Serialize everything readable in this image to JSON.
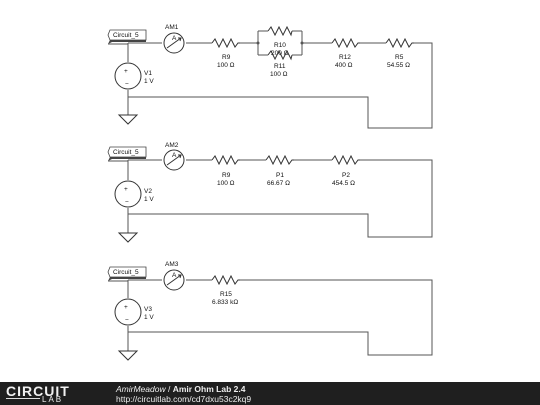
{
  "circuits": [
    {
      "tag": "Circuit_5",
      "ammeter": "AM1",
      "source": {
        "name": "V1",
        "value": "1 V"
      },
      "resistors": [
        {
          "name": "R9",
          "value": "100 Ω"
        },
        {
          "name": "R10",
          "value": "200 Ω"
        },
        {
          "name": "R11",
          "value": "100 Ω"
        },
        {
          "name": "R12",
          "value": "400 Ω"
        },
        {
          "name": "R5",
          "value": "54.55 Ω"
        }
      ]
    },
    {
      "tag": "Circuit_5",
      "ammeter": "AM2",
      "source": {
        "name": "V2",
        "value": "1 V"
      },
      "resistors": [
        {
          "name": "R9",
          "value": "100 Ω"
        },
        {
          "name": "P1",
          "value": "66.67 Ω"
        },
        {
          "name": "P2",
          "value": "454.5 Ω"
        }
      ]
    },
    {
      "tag": "Circuit_5",
      "ammeter": "AM3",
      "source": {
        "name": "V3",
        "value": "1 V"
      },
      "resistors": [
        {
          "name": "R15",
          "value": "6.833 kΩ"
        }
      ]
    }
  ],
  "footer": {
    "logo_top": "CIRCUIT",
    "logo_bottom": "LAB",
    "author": "AmirMeadow",
    "separator": " / ",
    "title": "Amir Ohm Lab 2.4",
    "url": "http://circuitlab.com/cd7dxu53c2kq9"
  },
  "colors": {
    "footer_bg": "#1f1f1f",
    "wire": "#555555"
  }
}
